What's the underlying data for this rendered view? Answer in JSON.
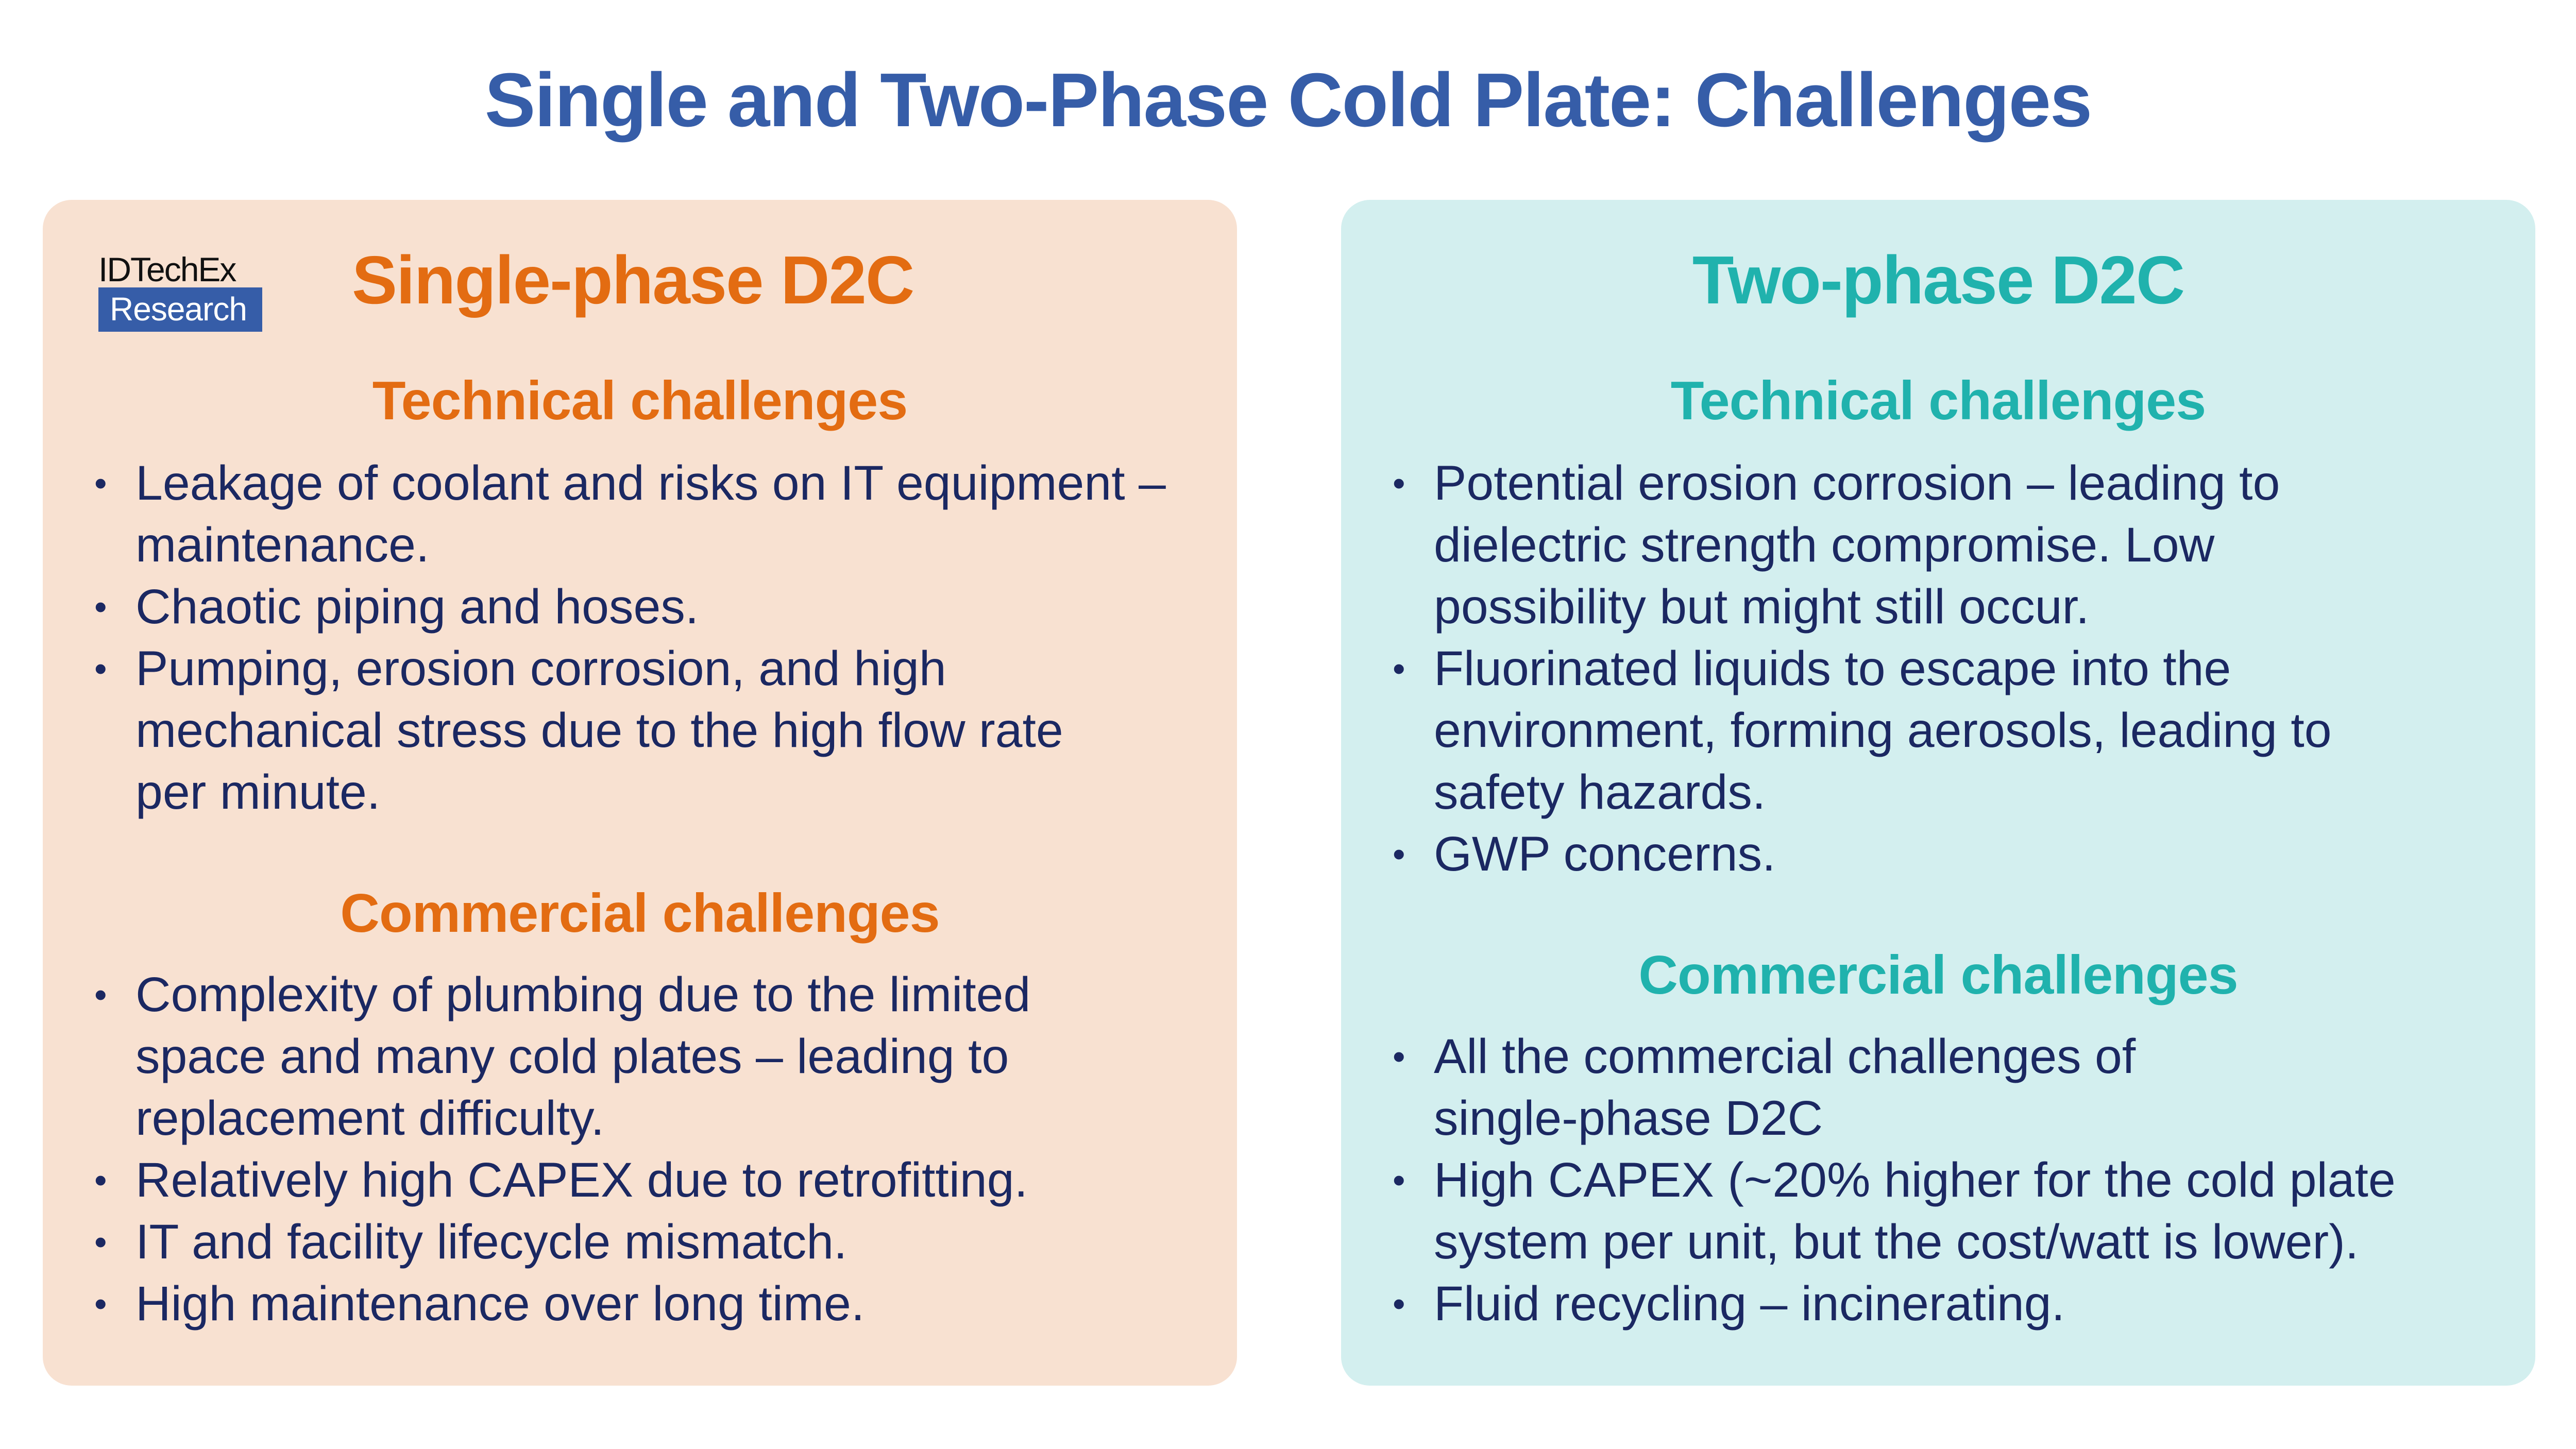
{
  "page": {
    "title": "Single and Two-Phase Cold Plate: Challenges"
  },
  "logo": {
    "top_text": "IDTechEx",
    "box_text": "Research"
  },
  "colors": {
    "title": "#365da8",
    "single_phase_accent": "#e36c12",
    "two_phase_accent": "#20b2ad",
    "single_phase_bg": "#f8e1d1",
    "two_phase_bg": "#d3efef",
    "body_text": "#1b2862"
  },
  "single_phase": {
    "title": "Single-phase D2C",
    "technical": {
      "heading": "Technical challenges",
      "items": [
        "Leakage of coolant and risks on IT equipment – maintenance.",
        "Chaotic piping and hoses.",
        "Pumping, erosion corrosion, and high mechanical stress due to the high flow rate per minute."
      ]
    },
    "commercial": {
      "heading": "Commercial challenges",
      "items": [
        "Complexity of plumbing due to the limited space and many cold plates – leading to replacement difficulty.",
        "Relatively high CAPEX due to retrofitting.",
        "IT and facility lifecycle mismatch.",
        "High maintenance over long time."
      ]
    }
  },
  "two_phase": {
    "title": "Two-phase D2C",
    "technical": {
      "heading": "Technical challenges",
      "items": [
        "Potential erosion corrosion – leading to dielectric strength compromise. Low possibility but might still occur.",
        "Fluorinated liquids to escape into the environment, forming aerosols, leading to safety hazards.",
        "GWP concerns."
      ]
    },
    "commercial": {
      "heading": "Commercial challenges",
      "items": [
        "All the commercial challenges of single-phase D2C",
        "High CAPEX (~20% higher for the cold plate system per unit, but the cost/watt is lower).",
        "Fluid recycling – incinerating."
      ]
    }
  }
}
